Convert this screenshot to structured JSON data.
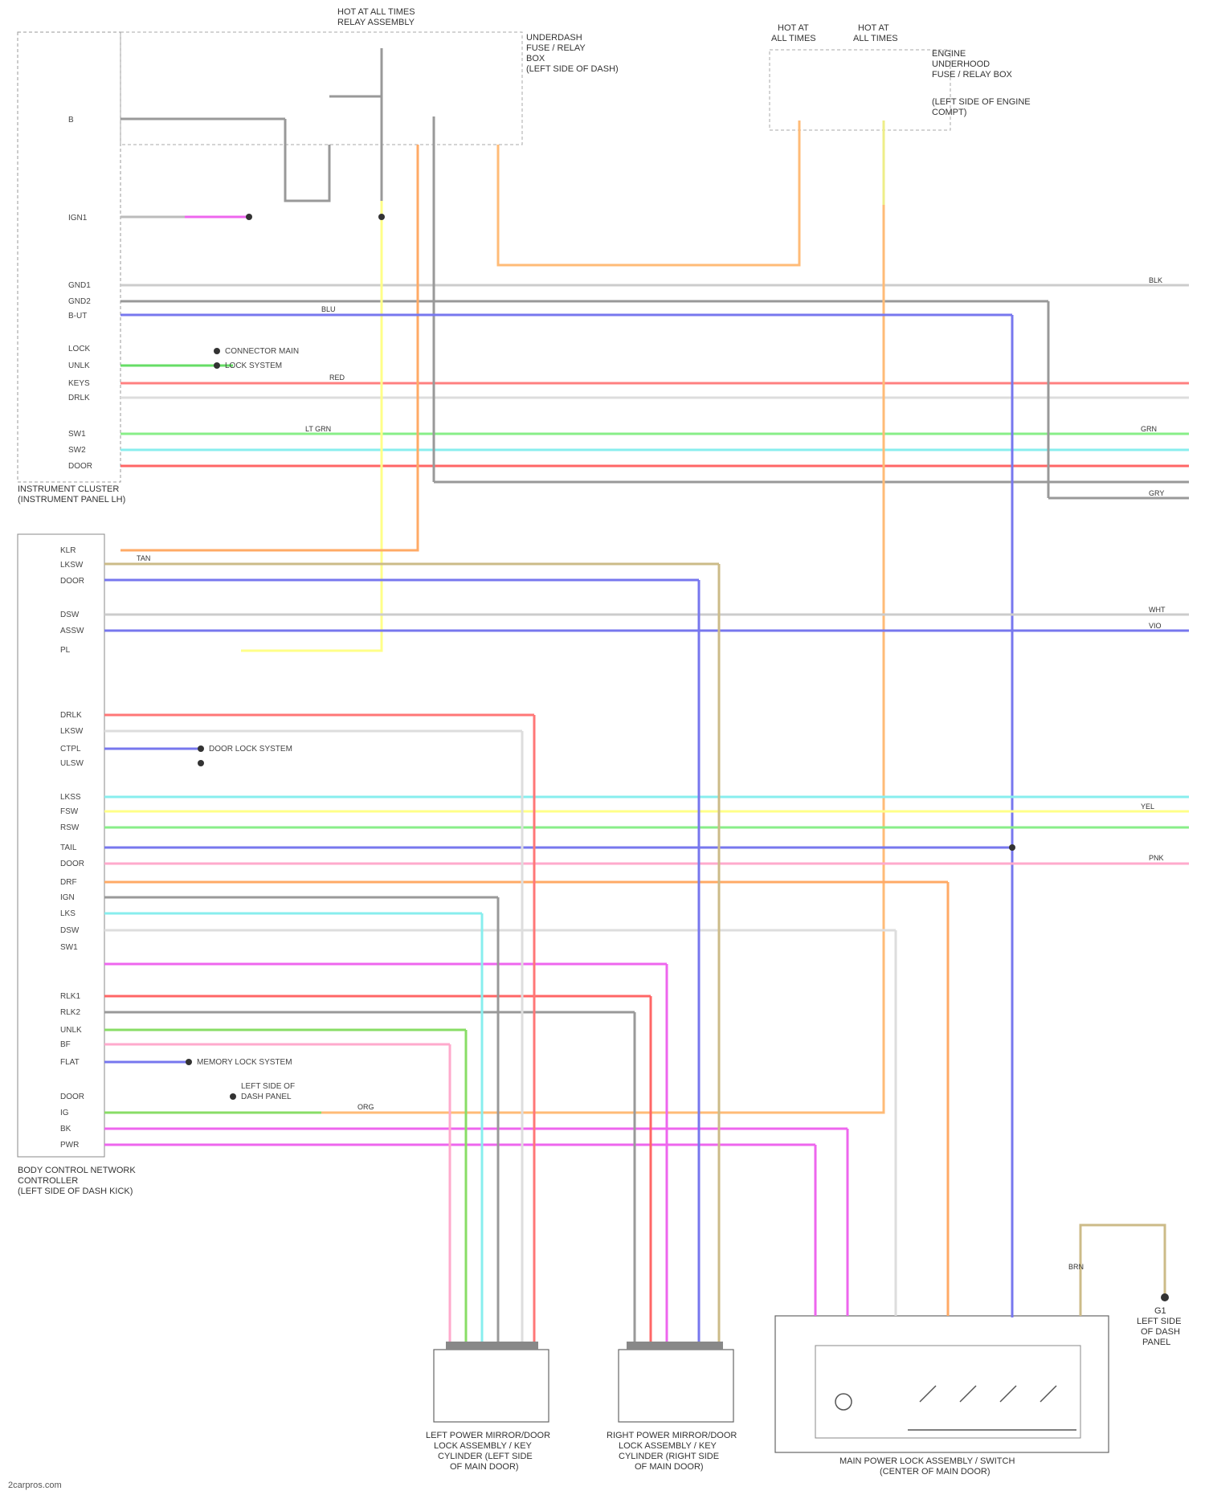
{
  "components": {
    "instrument_cluster": {
      "label_line1": "INSTRUMENT CLUSTER",
      "label_line2": "(INSTRUMENT PANEL LH)"
    },
    "body_network_controller": {
      "label_line1": "BODY CONTROL NETWORK",
      "label_line2": "CONTROLLER",
      "label_line3": "(LEFT SIDE OF DASH KICK)"
    },
    "under_dash_fuse": {
      "label_line1": "UNDERDASH",
      "label_line2": "FUSE / RELAY",
      "label_line3": "BOX",
      "label_line4": "(LEFT SIDE OF DASH)"
    },
    "hood_fuse_box": {
      "label_line1": "ENGINE",
      "label_line2": "UNDERHOOD",
      "label_line3": "FUSE / RELAY BOX",
      "label_line4": "(LEFT SIDE OF ENGINE",
      "label_line5": "COMPT)"
    },
    "top_fuse": {
      "label_line1": "HOT AT ALL TIMES",
      "label_line2": "RELAY ASSEMBLY"
    },
    "fuse_a": {
      "label_line1": "HOT AT",
      "label_line2": "ALL TIMES"
    },
    "fuse_b": {
      "label_line1": "HOT AT",
      "label_line2": "ALL TIMES"
    },
    "left_door": {
      "label_line1": "LEFT POWER MIRROR/DOOR",
      "label_line2": "LOCK ASSEMBLY / KEY",
      "label_line3": "CYLINDER (LEFT SIDE",
      "label_line4": "OF MAIN DOOR)"
    },
    "right_door": {
      "label_line1": "RIGHT POWER MIRROR/DOOR",
      "label_line2": "LOCK ASSEMBLY / KEY",
      "label_line3": "CYLINDER (RIGHT SIDE",
      "label_line4": "OF MAIN DOOR)"
    },
    "main_switch": {
      "label_line1": "MAIN POWER LOCK ASSEMBLY / SWITCH",
      "label_line2": "(CENTER OF MAIN DOOR)"
    },
    "ground": {
      "label_line1": "G1",
      "label_line2": "LEFT SIDE",
      "label_line3": "OF DASH",
      "label_line4": "PANEL"
    }
  },
  "cluster_pins": [
    "B",
    "IGN1",
    "GND1",
    "GND2",
    "B-UT",
    "LOCK",
    "UNLK",
    "KEYS",
    "DRLK",
    "SW1",
    "SW2",
    "DOOR"
  ],
  "controller_pins": [
    "KLR",
    "LKSW",
    "DOOR",
    "DSW",
    "ASSW",
    "PL",
    "DRLK",
    "LKSW",
    "CTPL",
    "ULSW",
    "LKSS",
    "FSW",
    "RSW",
    "TAIL",
    "DOOR",
    "DRF",
    "IGN",
    "LKS",
    "DSW",
    "SW1",
    "RLK1",
    "RLK2",
    "UNLK",
    "BF",
    "FLAT",
    "DOOR",
    "IG",
    "BK",
    "PWR"
  ],
  "wire_labels": [
    "RED",
    "BLK",
    "BLU",
    "GRN",
    "LT GRN",
    "YEL",
    "ORG",
    "PNK",
    "WHT",
    "GRY",
    "VIO",
    "BRN",
    "TAN"
  ],
  "notes": {
    "n1": "CONNECTOR MAIN",
    "n2": "LOCK SYSTEM",
    "n3": "DOOR LOCK SYSTEM",
    "n4": "MEMORY LOCK SYSTEM",
    "n5": "LEFT SIDE OF",
    "n6": "DASH PANEL"
  },
  "watermark": "2carpros.com"
}
